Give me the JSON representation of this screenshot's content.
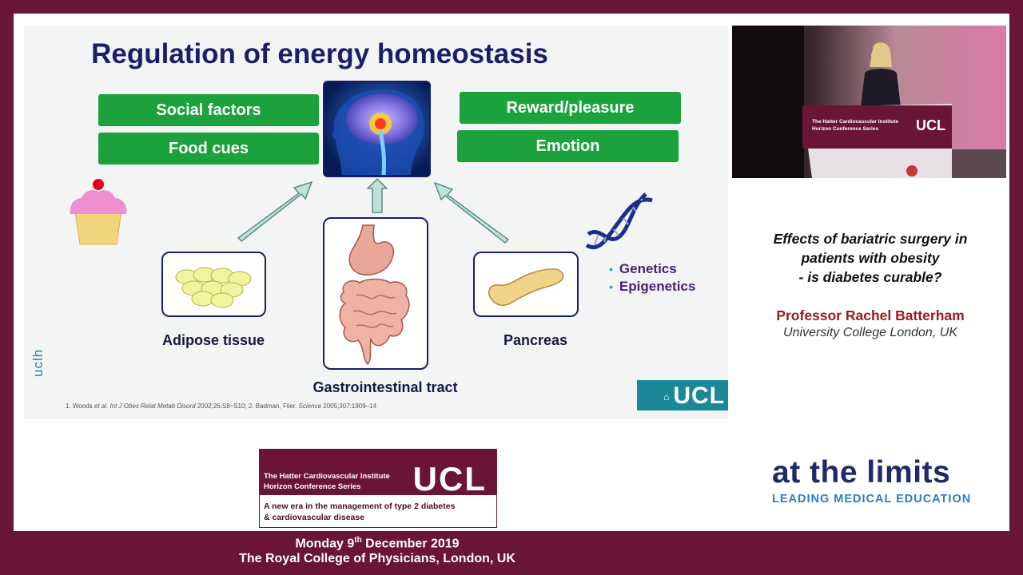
{
  "slide": {
    "title": "Regulation of energy homeostasis",
    "left_factors": [
      "Social factors",
      "Food cues"
    ],
    "right_factors": [
      "Reward/pleasure",
      "Emotion"
    ],
    "organs": {
      "adipose": "Adipose tissue",
      "gi": "Gastrointestinal tract",
      "pancreas": "Pancreas"
    },
    "genetics": [
      "Genetics",
      "Epigenetics"
    ],
    "side_logo": "uclh",
    "reference_pre": "1. Woods ",
    "reference_etal": "et al.",
    "reference_j1": " Int J Obes Relat Metab Disord",
    "reference_mid": " 2002;26:S8–S10; 2. Badman, Flier. ",
    "reference_j2": "Science",
    "reference_end": " 2005;307:1909–14",
    "corner_logo": "UCL"
  },
  "talk": {
    "title_lines": [
      "Effects of bariatric surgery in",
      "patients with obesity",
      "- is diabetes curable?"
    ],
    "speaker": "Professor Rachel Batterham",
    "affiliation": "University College London, UK"
  },
  "banner": {
    "line1": "The Hatter Cardiovascular Institute",
    "line2": "Horizon Conference Series",
    "logo": "UCL",
    "line3": "A new era in the management of type 2 diabetes",
    "line4": "& cardiovascular disease"
  },
  "brand": {
    "name": "at the limits",
    "tagline": "LEADING MEDICAL EDUCATION"
  },
  "event": {
    "date_pre": "Monday 9",
    "date_sup": "th",
    "date_post": " December 2019",
    "venue": "The Royal College of Physicians, London, UK"
  },
  "colors": {
    "frame": "#6a1436",
    "button_green": "#1ba23c",
    "title_navy": "#1a1f6b",
    "speaker_red": "#9b1a1a"
  }
}
